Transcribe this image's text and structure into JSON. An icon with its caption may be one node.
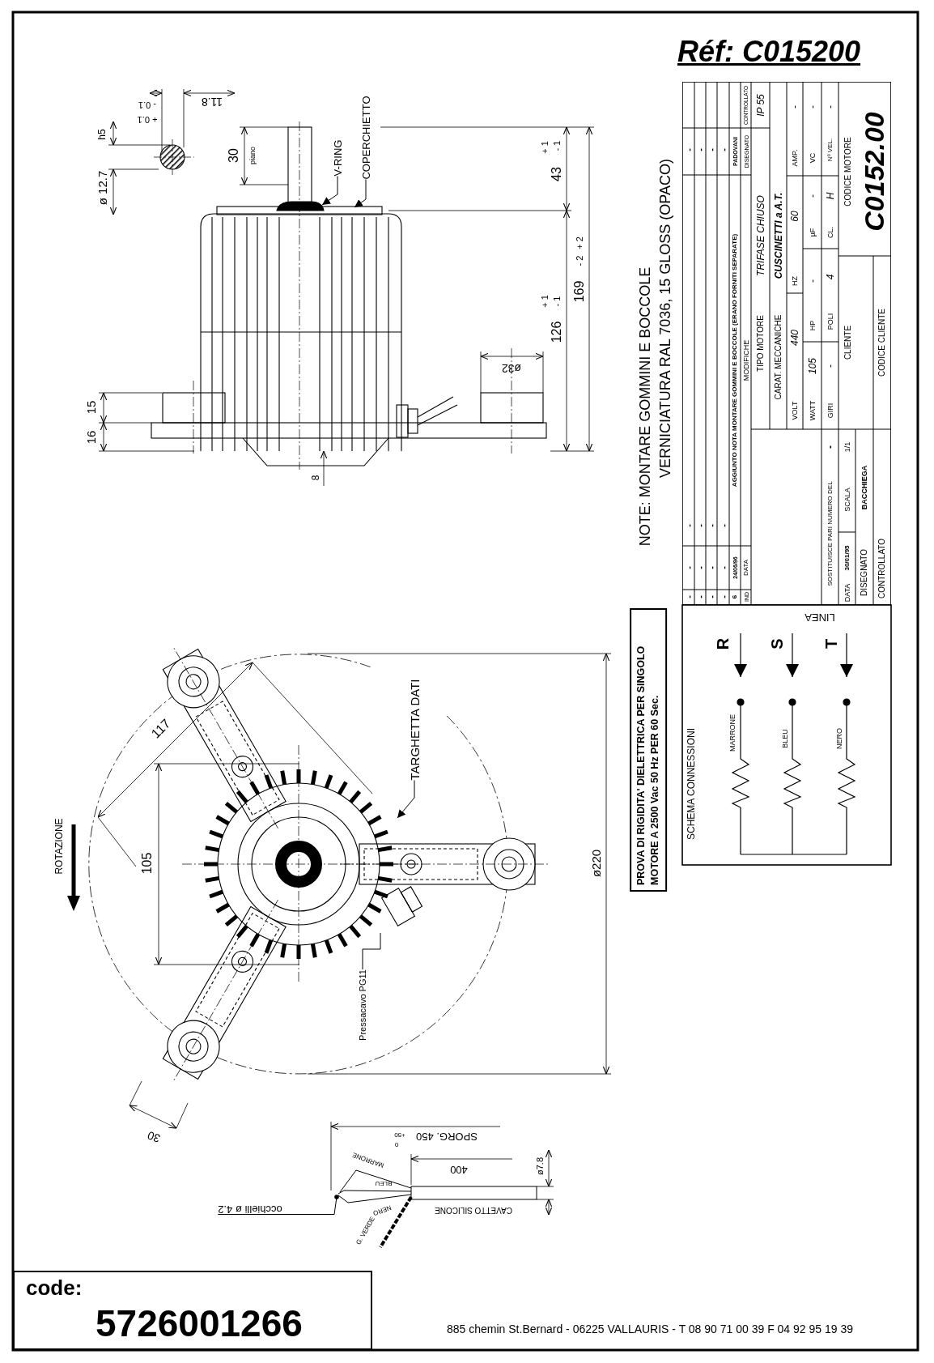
{
  "diagram": {
    "title": "Réf: C015200",
    "nodes": [
      {
        "text": [
          "V-RING"
        ]
      },
      {
        "text": [
          "COPERCHIETTO"
        ]
      },
      {
        "text": [
          "TARGHETTA DATI"
        ]
      },
      {
        "text": [
          "PROVA DI RIGIDITA' DIELETTRICA PER SINGOLO MOTORE A 2500 Vac 50 Hz PER 60 Sec."
        ]
      },
      {
        "text": [
          "Pressacavo PG11"
        ]
      },
      {
        "text": [
          "occhielli ø 4.2"
        ]
      },
      {
        "text": [
          "code:",
          "5726001266"
        ]
      }
    ],
    "edges": [
      {
        "from": 0,
        "to": null,
        "arrow": "to"
      },
      {
        "from": 1,
        "to": null,
        "arrow": "to"
      },
      {
        "from": 2,
        "to": null,
        "arrow": "to"
      },
      {
        "from": 4,
        "to": null,
        "arrow": "none"
      },
      {
        "from": 5,
        "to": null,
        "arrow": "other"
      }
    ],
    "labels": [
      "ø 12.7",
      "h5",
      "11.8",
      "+ 0.1",
      "- 0.1",
      "30",
      "piano",
      "43",
      "+ 1",
      "- 1",
      "169",
      "+ 2",
      "- 2",
      "126",
      "+ 1",
      "- 1",
      "ø32",
      "15",
      "16",
      "8",
      "NOTE: MONTARE GOMMINI E BOCCOLE",
      "VERNICIATURA RAL 7036, 15 GLOSS (OPACO)",
      "-",
      "-",
      "-",
      "-",
      "-",
      "-",
      "-",
      "-",
      "-",
      "-",
      "-",
      "-",
      "-",
      "-",
      "-",
      "-",
      "6",
      "24/06/96",
      "AGGIUNTO NOTA MONTARE GOMMINI E BOCCOLE (ERANO FORNITI SEPARATE)",
      "PADOVANI",
      "IND",
      "DATA",
      "MODIFICHE",
      "DISEGNATO",
      "CONTROLLATO",
      "TIPO MOTORE",
      "TRIFASE CHIUSO",
      "IP 55",
      "CARAT. MECCANICHE",
      "CUSCINETTI a A.T.",
      "VOLT",
      "440",
      "HZ",
      "60",
      "AMP.",
      "-",
      "WATT",
      "105",
      "HP",
      "-",
      "µF",
      "-",
      "VC",
      "-",
      "GIRI",
      "-",
      "POLI",
      "4",
      "CL.",
      "H",
      "Nº VEL.",
      "-",
      "SOSTITUISCE PARI NUMERO DEL",
      "-",
      "CLIENTE",
      "DATA",
      "30/01/95",
      "SCALA",
      "1/1",
      "DISEGNATO",
      "BACCHIEGA",
      "CODICE CLIENTE",
      "CONTROLLATO",
      "CODICE MOTORE",
      "C0152.00",
      "LINEA",
      "R",
      "S",
      "T",
      "MARRONE",
      "BLEU",
      "NERO",
      "SCHEMA CONNESSIONI",
      "ROTAZIONE",
      "117",
      "105",
      "ø220",
      "30",
      "SPORG. 450",
      "+50",
      "0",
      "400",
      "ø7.8",
      "CAVETTO SILICONE",
      "MARRONE",
      "BLEU",
      "NERO",
      "G. VERDE",
      "885 chemin St.Bernard  -  06225 VALLAURIS  -  T 08 90 71 00 39   F 04 92 95 19 39"
    ]
  }
}
